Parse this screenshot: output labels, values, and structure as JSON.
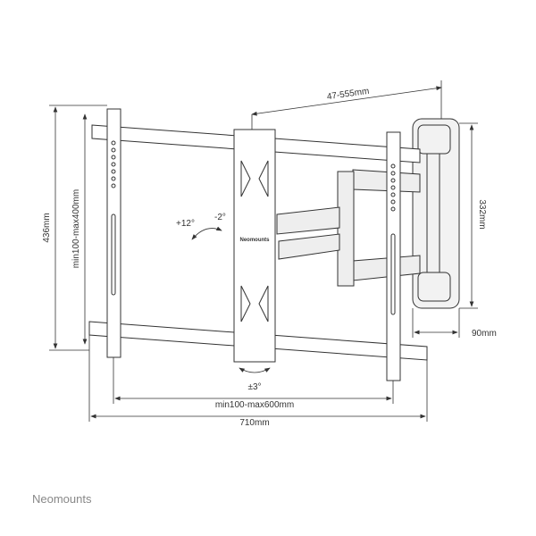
{
  "dimensions": {
    "arm_extension": "47-555mm",
    "total_height": "436mm",
    "vertical_hole_range": "min100-max400mm",
    "tilt_up": "+12°",
    "tilt_down": "-2°",
    "wall_plate_height": "332mm",
    "wall_plate_width": "90mm",
    "rotation": "±3°",
    "horizontal_hole_range": "min100-max600mm",
    "total_width": "710mm"
  },
  "plate_logo": "Neomounts",
  "brand": "Neomounts",
  "colors": {
    "line": "#333333",
    "brand": "#888888"
  }
}
